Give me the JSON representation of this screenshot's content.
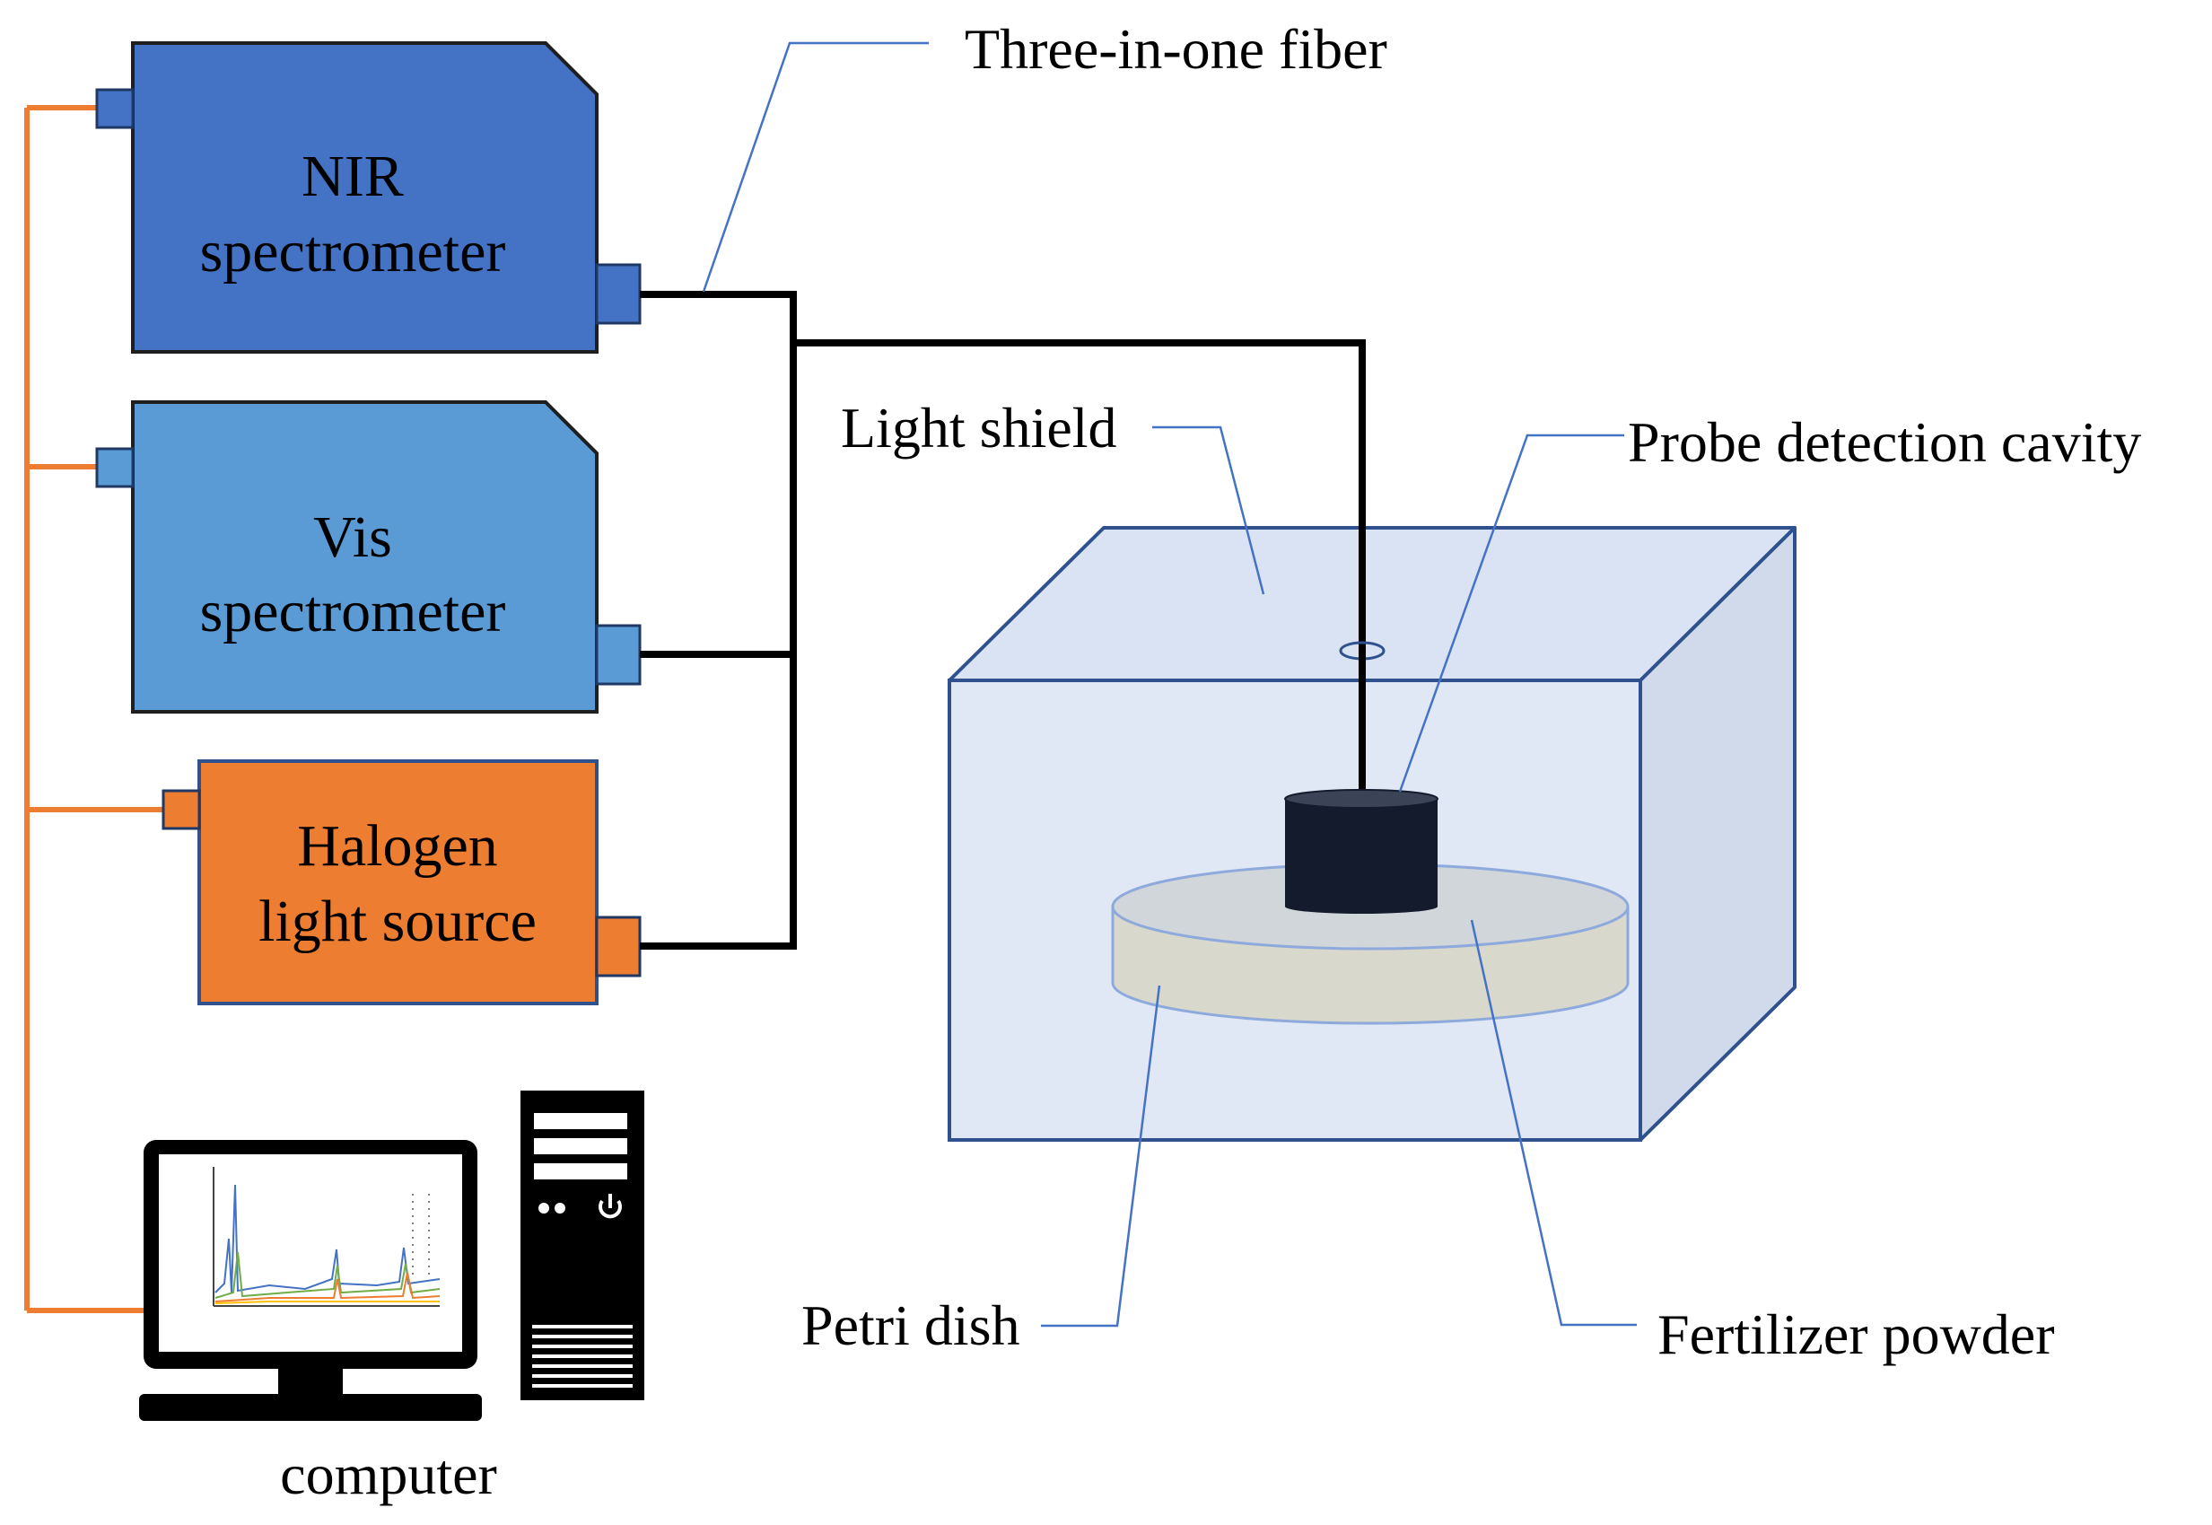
{
  "devices": {
    "nir": {
      "line1": "NIR",
      "line2": "spectrometer"
    },
    "vis": {
      "line1": "Vis",
      "line2": "spectrometer"
    },
    "halogen": {
      "line1": "Halogen",
      "line2": "light source"
    }
  },
  "labels": {
    "fiber": "Three-in-one fiber",
    "light_shield": "Light shield",
    "probe_cavity": "Probe detection cavity",
    "petri_dish": "Petri dish",
    "fertilizer": "Fertilizer powder",
    "computer": "computer"
  },
  "colors": {
    "nir_fill": "#4472C4",
    "vis_fill": "#5B9BD5",
    "halogen_fill": "#ED7D31",
    "orange_wire": "#ED7D31",
    "fiber": "#000000",
    "shield_front": "#DAE3F3",
    "shield_edge": "#2F528F",
    "probe": "#131B2C",
    "dish": "#D9D9CF",
    "leader": "#4472C4"
  },
  "icons": [
    "monitor-icon",
    "pc-tower-icon",
    "power-icon"
  ]
}
